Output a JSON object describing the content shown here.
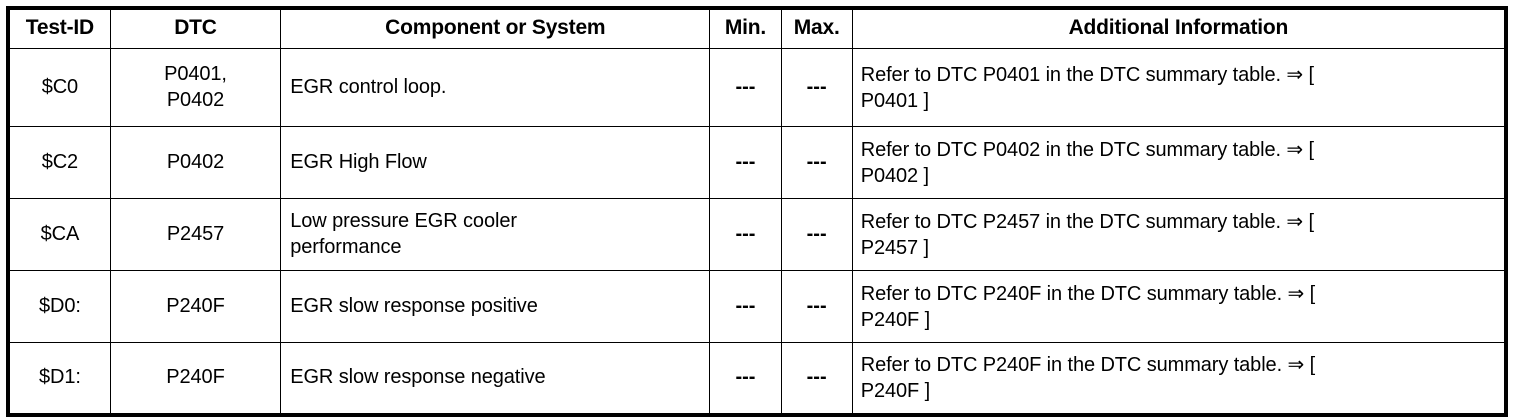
{
  "table": {
    "headers": {
      "test_id": "Test-ID",
      "dtc": "DTC",
      "component": "Component or System",
      "min": "Min.",
      "max": "Max.",
      "additional": "Additional Information"
    },
    "rows": [
      {
        "test_id": "$C0",
        "dtc": "P0401,\nP0402",
        "component": "EGR control loop.",
        "min": "---",
        "max": "---",
        "additional": "Refer to DTC P0401 in the DTC summary table. ⇒ [\nP0401 ]"
      },
      {
        "test_id": "$C2",
        "dtc": "P0402",
        "component": "EGR High Flow",
        "min": "---",
        "max": "---",
        "additional": "Refer to DTC P0402 in the DTC summary table. ⇒ [\nP0402 ]"
      },
      {
        "test_id": "$CA",
        "dtc": "P2457",
        "component": "Low pressure EGR cooler\nperformance",
        "min": "---",
        "max": "---",
        "additional": "Refer to DTC P2457 in the DTC summary table. ⇒ [\nP2457 ]"
      },
      {
        "test_id": "$D0:",
        "dtc": "P240F",
        "component": "EGR slow response positive",
        "min": "---",
        "max": "---",
        "additional": "Refer to DTC P240F in the DTC summary table. ⇒ [\nP240F ]"
      },
      {
        "test_id": "$D1:",
        "dtc": "P240F",
        "component": "EGR slow response negative",
        "min": "---",
        "max": "---",
        "additional": "Refer to DTC P240F in the DTC summary table. ⇒ [\nP240F ]"
      }
    ]
  },
  "colors": {
    "border": "#000000",
    "text": "#000000",
    "background": "#ffffff"
  }
}
